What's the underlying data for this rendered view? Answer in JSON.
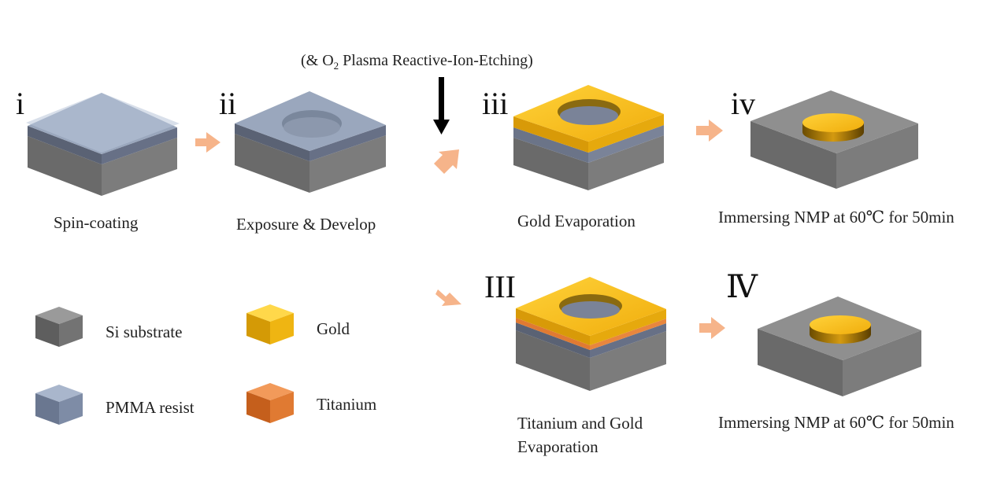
{
  "top_note": {
    "prefix": "(& O",
    "subscript": "2",
    "suffix": " Plasma Reactive-Ion-Etching)"
  },
  "steps": [
    {
      "numeral": "i",
      "caption": "Spin-coating"
    },
    {
      "numeral": "ii",
      "caption": "Exposure & Develop"
    },
    {
      "numeral": "iii",
      "caption": "Gold Evaporation"
    },
    {
      "numeral": "iv",
      "caption": "Immersing NMP at 60℃  for 50min"
    },
    {
      "numeral": "III",
      "caption_line1": "Titanium and Gold",
      "caption_line2": "Evaporation"
    },
    {
      "numeral": "Ⅳ",
      "caption": "Immersing NMP at 60℃  for 50min"
    }
  ],
  "legend": [
    {
      "label": "Si substrate",
      "color": "#6e6e6e"
    },
    {
      "label": "Gold",
      "color": "#f2b817"
    },
    {
      "label": "PMMA  resist",
      "color": "#7e8ea8"
    },
    {
      "label": "Titanium",
      "color": "#e07a32"
    }
  ],
  "colors": {
    "arrow": "#f6b48a",
    "si": "#6e6e6e",
    "pmma": "#a9b6cc",
    "gold": "#f2b817",
    "titanium": "#e07a32"
  }
}
